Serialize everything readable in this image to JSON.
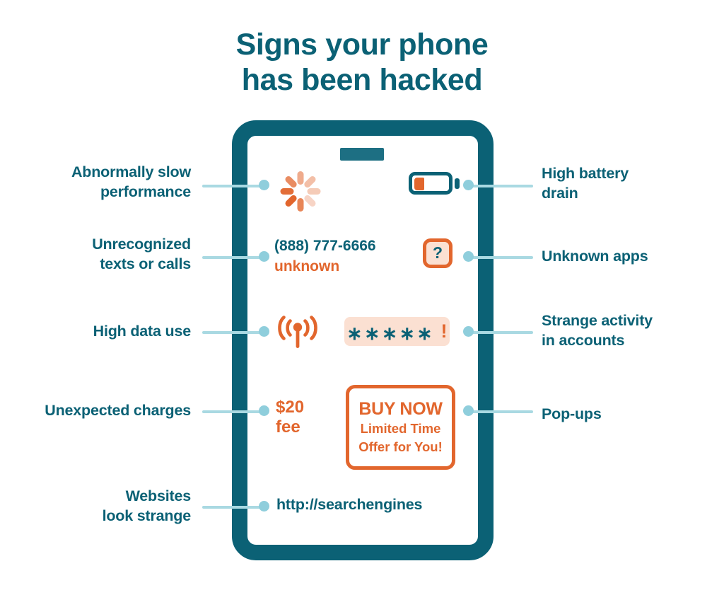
{
  "title": {
    "line1": "Signs your phone",
    "line2": "has been hacked"
  },
  "colors": {
    "teal": "#0B6175",
    "orange": "#E2662D",
    "light_blue": "#A9D9E2",
    "dot_blue": "#8FCEDC",
    "peach": "#FBE0D2",
    "speaker_teal": "#1D6F83",
    "background": "#FFFFFF"
  },
  "left_labels": [
    {
      "line1": "Abnormally slow",
      "line2": "performance"
    },
    {
      "line1": "Unrecognized",
      "line2": "texts or calls"
    },
    {
      "line1": "High data use",
      "line2": ""
    },
    {
      "line1": "Unexpected charges",
      "line2": ""
    },
    {
      "line1": "Websites",
      "line2": "look strange"
    }
  ],
  "right_labels": [
    {
      "line1": "High battery",
      "line2": "drain"
    },
    {
      "line1": "Unknown apps",
      "line2": ""
    },
    {
      "line1": "Strange activity",
      "line2": "in accounts"
    },
    {
      "line1": "Pop-ups",
      "line2": ""
    }
  ],
  "phone_screen": {
    "spinner_icon": "loading-spinner-icon",
    "battery_icon": "battery-low-icon",
    "phone_number": "(888) 777-6666",
    "caller_status": "unknown",
    "unknown_app_glyph": "?",
    "data_icon": "wifi-signal-icon",
    "password_masked": "∗∗∗∗∗",
    "password_alert": "!",
    "fee_amount": "$20",
    "fee_label": "fee",
    "popup": {
      "headline": "BUY NOW",
      "line2": "Limited Time",
      "line3": "Offer for You!"
    },
    "url": "http://searchengines"
  }
}
